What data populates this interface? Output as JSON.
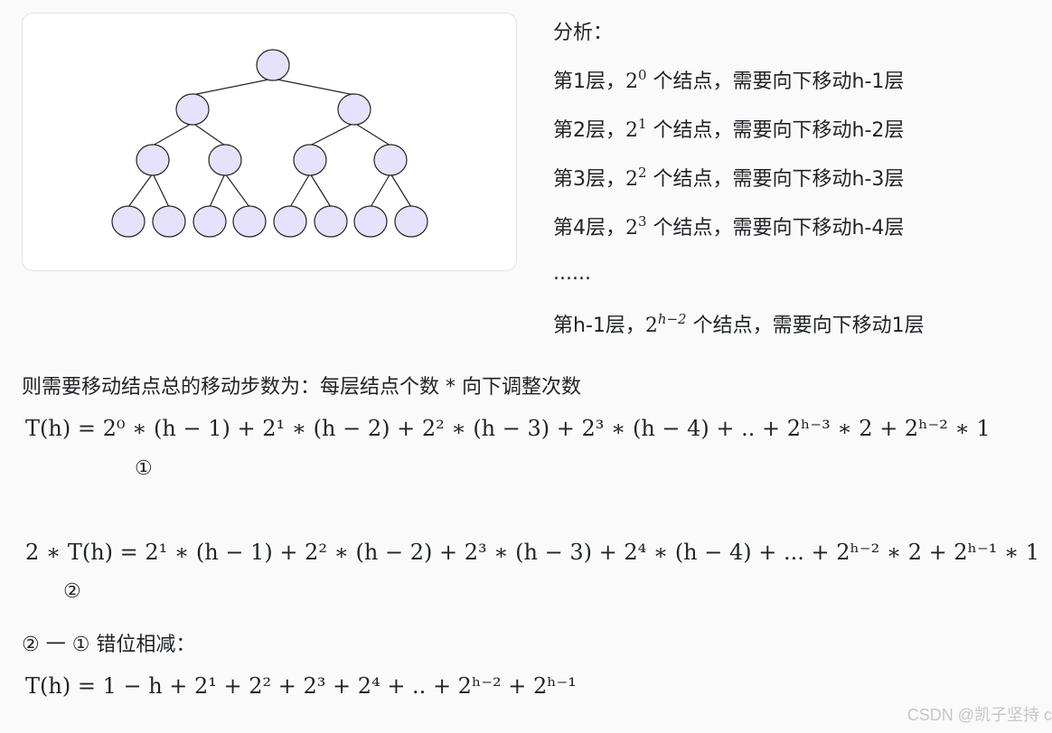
{
  "analysis": {
    "heading": "分析：",
    "layers": [
      {
        "prefix": "第1层，",
        "exp": "0",
        "suffix": "个结点，需要向下移动h-1层"
      },
      {
        "prefix": "第2层，",
        "exp": "1",
        "suffix": "个结点，需要向下移动h-2层"
      },
      {
        "prefix": "第3层，",
        "exp": "2",
        "suffix": "个结点，需要向下移动h-3层"
      },
      {
        "prefix": "第4层，",
        "exp": "3",
        "suffix": "个结点，需要向下移动h-4层"
      }
    ],
    "ellipsis": "......",
    "last": {
      "prefix": "第h-1层，",
      "exp": "h−2",
      "suffix": "个结点，需要向下移动1层"
    }
  },
  "intro": "则需要移动结点总的移动步数为：每层结点个数 * 向下调整次数",
  "eq1": {
    "lhs": "T(h) = ",
    "rhs": "2⁰ ∗ (h − 1) + 2¹ ∗ (h − 2) + 2² ∗ (h − 3) + 2³ ∗ (h − 4) + .. + 2ʰ⁻³ ∗ 2 + 2ʰ⁻² ∗ 1",
    "marker": "①"
  },
  "eq2": {
    "lhs": "2 ∗ T(h) = ",
    "rhs": "2¹ ∗ (h − 1) + 2² ∗ (h − 2) + 2³ ∗ (h − 3) + 2⁴ ∗ (h − 4) + ... + 2ʰ⁻² ∗ 2 + 2ʰ⁻¹ ∗ 1",
    "marker": "②"
  },
  "subtract": "② 一 ① 错位相减：",
  "eq3": {
    "lhs": "T(h) = ",
    "rhs": "1 − h + 2¹ + 2² + 2³ + 2⁴ + .. + 2ʰ⁻² + 2ʰ⁻¹"
  },
  "watermark": "CSDN @凯子坚持 c",
  "colors": {
    "node_fill": "#e6e2fb",
    "node_stroke": "#222222",
    "edge": "#222222"
  }
}
